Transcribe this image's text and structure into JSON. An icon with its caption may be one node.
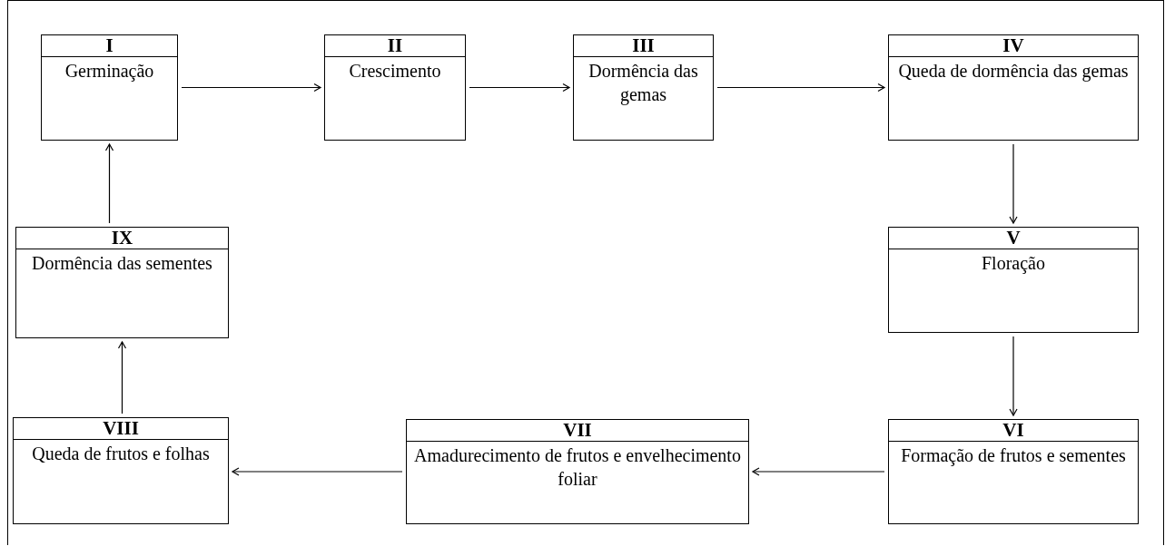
{
  "diagram": {
    "nodes": [
      {
        "text": [
          "I",
          "Germinação"
        ]
      },
      {
        "text": [
          "II",
          "Crescimento"
        ]
      },
      {
        "text": [
          "III",
          "Dormência das gemas"
        ]
      },
      {
        "text": [
          "IV",
          "Queda de dormência das gemas"
        ]
      },
      {
        "text": [
          "V",
          "Floração"
        ]
      },
      {
        "text": [
          "VI",
          "Formação de frutos e sementes"
        ]
      },
      {
        "text": [
          "VII",
          "Amadurecimento de frutos e envelhecimento foliar"
        ]
      },
      {
        "text": [
          "VIII",
          "Queda de frutos e folhas"
        ]
      },
      {
        "text": [
          "IX",
          "Dormência das sementes"
        ]
      }
    ],
    "edges": [
      {
        "from": 0,
        "to": 1,
        "arrow": "to"
      },
      {
        "from": 1,
        "to": 2,
        "arrow": "to"
      },
      {
        "from": 2,
        "to": 3,
        "arrow": "to"
      },
      {
        "from": 3,
        "to": 4,
        "arrow": "to"
      },
      {
        "from": 4,
        "to": 5,
        "arrow": "to"
      },
      {
        "from": 5,
        "to": 6,
        "arrow": "to"
      },
      {
        "from": 6,
        "to": 7,
        "arrow": "to"
      },
      {
        "from": 7,
        "to": 8,
        "arrow": "to"
      },
      {
        "from": 8,
        "to": 0,
        "arrow": "to"
      }
    ]
  }
}
